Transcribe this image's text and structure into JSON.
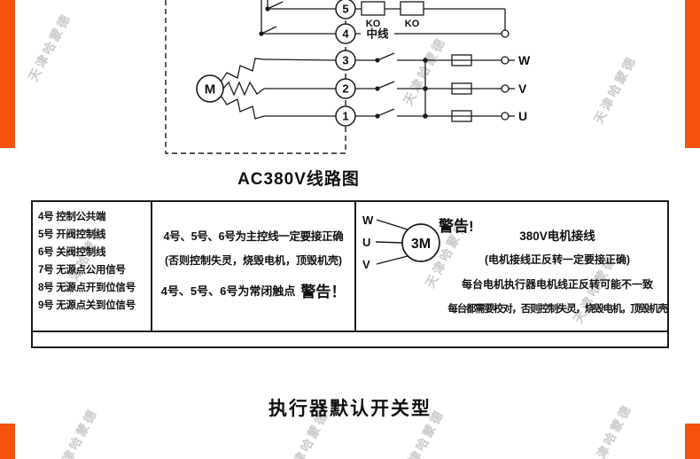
{
  "page": {
    "watermark": "天津哈蒙德",
    "accent_color": "#f4520e",
    "circuit_title": "AC380V线路图",
    "footer_title": "执行器默认开关型"
  },
  "circuit": {
    "motor_label": "M",
    "neutral_label": "中线",
    "relay_labels": [
      "KO",
      "KO"
    ],
    "terminal_numbers": [
      "5",
      "4",
      "3",
      "2",
      "1"
    ],
    "phase_labels": [
      "W",
      "V",
      "U"
    ]
  },
  "table": {
    "terminal_legend": [
      "4号 控制公共端",
      "5号 开阀控制线",
      "6号 关阀控制线",
      "7号 无源点公用信号",
      "8号 无源点开到位信号",
      "9号 无源点关到位信号"
    ],
    "control_notes": {
      "line1": "4号、5号、6号为主控线一定要接正确",
      "line2": "(否则控制失灵，烧毁电机，顶毁机壳)",
      "line3": "4号、5号、6号为常闭触点",
      "warning": "警告！"
    },
    "motor_notes": {
      "warning": "警告!",
      "motor_label": "3M",
      "terminals": [
        "W",
        "U",
        "V"
      ],
      "line1": "380V电机接线",
      "line2": "(电机接线正反转一定要接正确)",
      "line3": "每台电机执行器电机线正反转可能不一致",
      "line4": "每台都需要校对，否则控制失灵，烧毁电机，顶毁机壳"
    }
  }
}
